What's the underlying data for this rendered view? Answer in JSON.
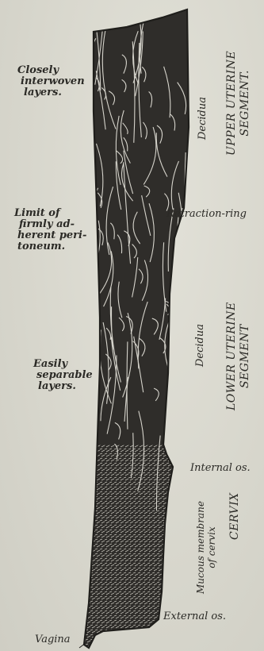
{
  "labels": {
    "closely": [
      "Closely",
      "interwoven",
      "layers."
    ],
    "limit": [
      "Limit of",
      "firmly ad-",
      "herent peri-",
      "toneum."
    ],
    "easily": [
      "Easily",
      "separable",
      "layers."
    ],
    "vagina": "Vagina",
    "retraction_ring": "Retraction-ring",
    "internal_os": "Internal os.",
    "external_os": "External os.",
    "decidua_upper": "Decidua",
    "decidua_lower": "Decidua",
    "mucous": [
      "Mucous membrane",
      "of cervix"
    ],
    "upper_segment": [
      "UPPER UTERINE",
      "SEGMENT."
    ],
    "lower_segment": [
      "LOWER UTERINE",
      "SEGMENT"
    ],
    "cervix": "CERVIX"
  },
  "colors": {
    "fill": "#2f2d2a",
    "fiber": "#e9e7de",
    "outline": "#1f1e1b"
  }
}
